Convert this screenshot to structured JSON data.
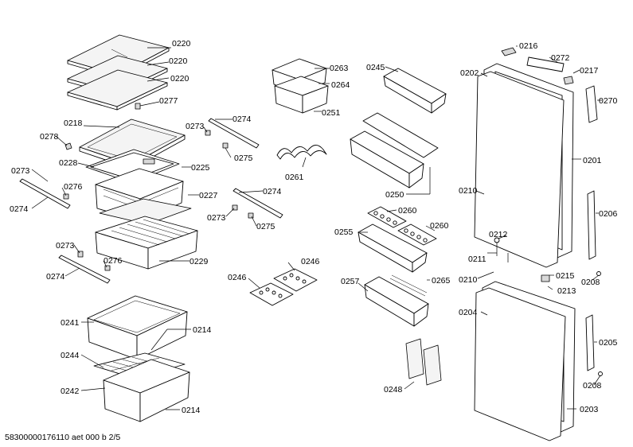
{
  "footer": "58300000176110 aet 000 b 2/5",
  "labels": {
    "l0220a": "0220",
    "l0220b": "0220",
    "l0220c": "0220",
    "l0277": "0277",
    "l0218": "0218",
    "l0278": "0278",
    "l0228": "0228",
    "l0225": "0225",
    "l0273a": "0273",
    "l0276a": "0276",
    "l0227": "0227",
    "l0274a": "0274",
    "l0273b": "0273",
    "l0229": "0229",
    "l0276b": "0276",
    "l0274b": "0274",
    "l0273c": "0273",
    "l0274c": "0274",
    "l0275a": "0275",
    "l0274d": "0274",
    "l0273d": "0273",
    "l0275b": "0275",
    "l0263": "0263",
    "l0264": "0264",
    "l0251": "0251",
    "l0261": "0261",
    "l0246a": "0246",
    "l0246b": "0246",
    "l0245": "0245",
    "l0250": "0250",
    "l0260a": "0260",
    "l0255": "0255",
    "l0260b": "0260",
    "l0257": "0257",
    "l0265": "0265",
    "l0248": "0248",
    "l0216": "0216",
    "l0272": "0272",
    "l0217": "0217",
    "l0270": "0270",
    "l0202": "0202",
    "l0201": "0201",
    "l0210a": "0210",
    "l0206": "0206",
    "l0212": "0212",
    "l0211": "0211",
    "l0210b": "0210",
    "l0215": "0215",
    "l0208a": "0208",
    "l0213": "0213",
    "l0204": "0204",
    "l0205": "0205",
    "l0208b": "0208",
    "l0203": "0203",
    "l0241": "0241",
    "l0214a": "0214",
    "l0244": "0244",
    "l0242": "0242",
    "l0214b": "0214"
  }
}
